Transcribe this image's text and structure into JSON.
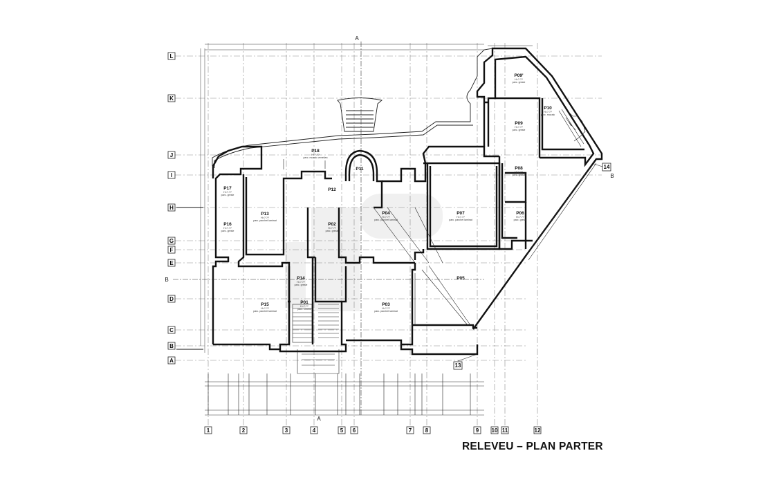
{
  "title": "RELEVEU – PLAN PARTER",
  "grid_rows": [
    "L",
    "K",
    "J",
    "I",
    "H",
    "G",
    "F",
    "E",
    "B",
    "D",
    "C",
    "B",
    "A"
  ],
  "grid_cols": [
    "1",
    "2",
    "3",
    "4",
    "5",
    "6",
    "7",
    "8",
    "9",
    "10",
    "11",
    "12"
  ],
  "extra_axes": [
    "13",
    "14",
    "B"
  ],
  "section_marks": [
    "A",
    "A"
  ],
  "rooms": [
    {
      "id": "P01",
      "sub": "H=?.??\nparc. ciment"
    },
    {
      "id": "P02",
      "sub": "H=?.??\nparc. gresie"
    },
    {
      "id": "P03",
      "sub": "H=?.??\nparc. parchet laminat"
    },
    {
      "id": "P04",
      "sub": "H=?.??\nparc. parchet laminat"
    },
    {
      "id": "P05",
      "sub": ""
    },
    {
      "id": "P06",
      "sub": "H=?.??\nparc. gresie"
    },
    {
      "id": "P07",
      "sub": "H=?.??\nparc. parchet laminat"
    },
    {
      "id": "P08",
      "sub": "H=?.??\nparc. gresie"
    },
    {
      "id": "P09",
      "sub": "H=?.??\nparc. gresie"
    },
    {
      "id": "P09'",
      "sub": "H=?.??\nparc. gresie"
    },
    {
      "id": "P10",
      "sub": "H=?.??\nparc. mozaic"
    },
    {
      "id": "P11",
      "sub": ""
    },
    {
      "id": "P12",
      "sub": ""
    },
    {
      "id": "P13",
      "sub": "H=?.??\nparc. parchet laminat"
    },
    {
      "id": "P14",
      "sub": "H=?.??\nparc. gresie"
    },
    {
      "id": "P15",
      "sub": "H=?.??\nparc. parchet laminat"
    },
    {
      "id": "P16",
      "sub": "H=?.??\nparc. gresie"
    },
    {
      "id": "P17",
      "sub": "H=?.??\nparc. gresie"
    },
    {
      "id": "P18",
      "sub": "H=?.??\nparc. mozaic venetian"
    }
  ]
}
